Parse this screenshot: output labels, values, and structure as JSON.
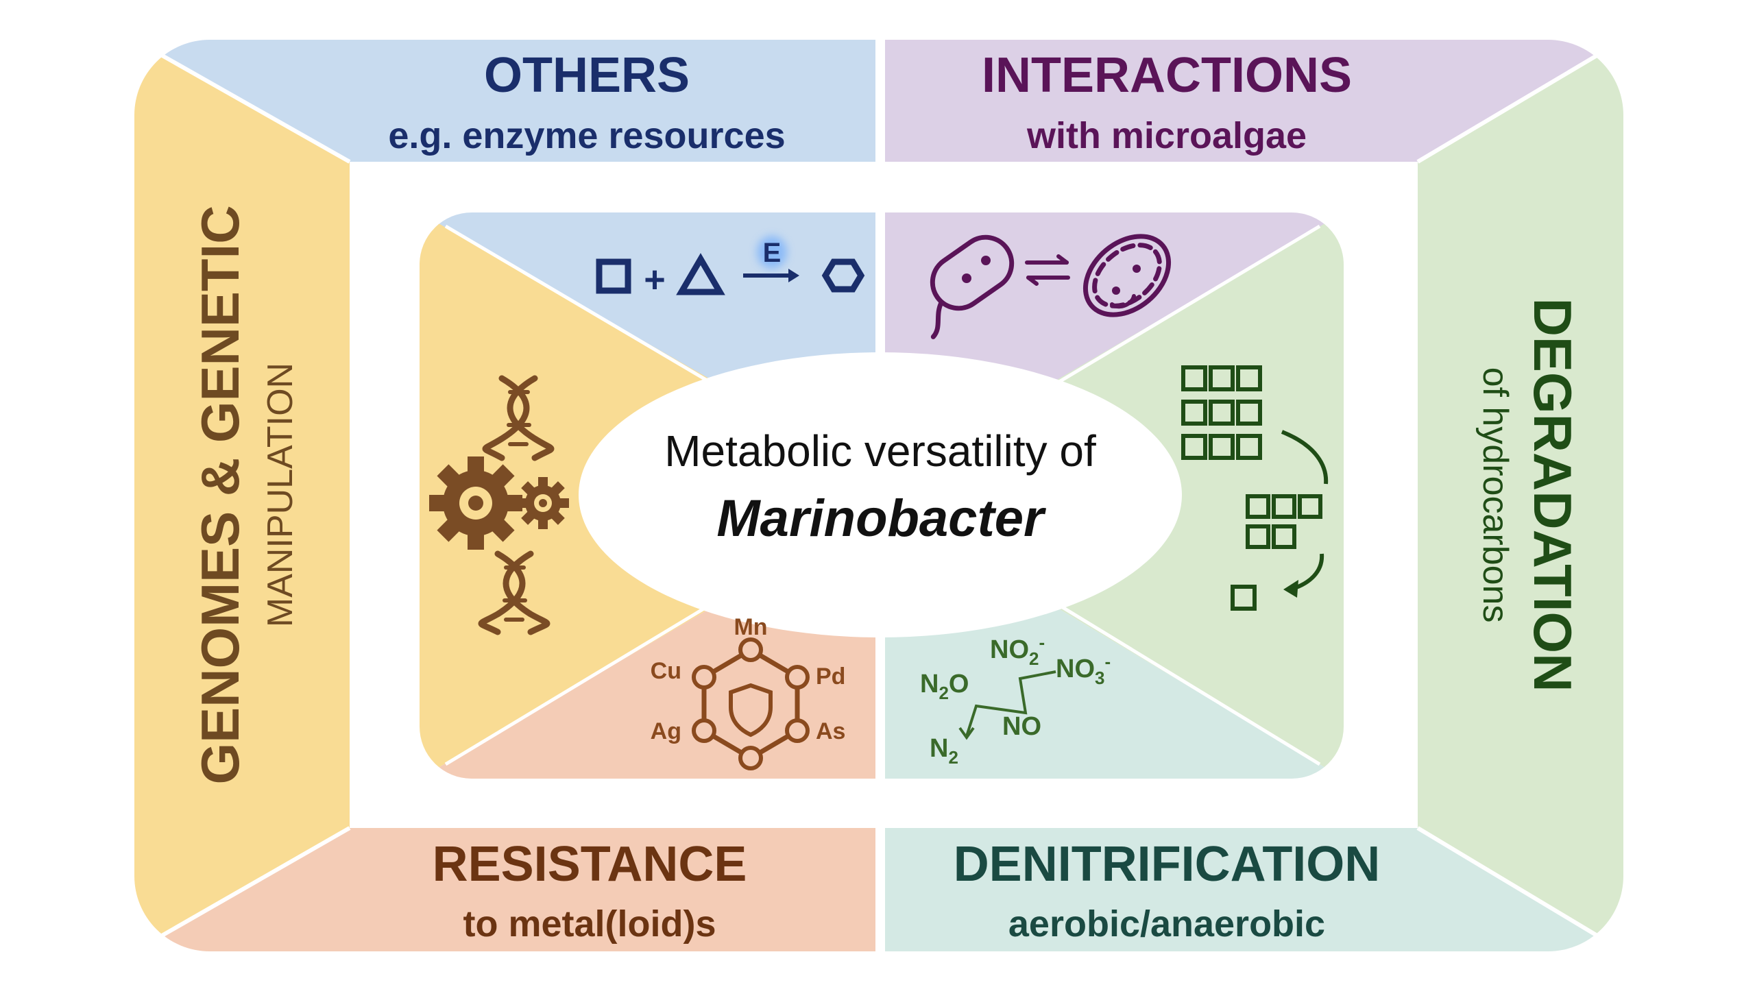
{
  "colors": {
    "others": "#c8dbef",
    "others_text": "#1a2e6b",
    "interactions": "#dcd0e6",
    "interactions_text": "#5a1458",
    "genomes": "#f9dc94",
    "genomes_text": "#6e4a22",
    "degradation": "#d9e9ce",
    "degradation_text": "#1f4d16",
    "resistance": "#f4ccb6",
    "resistance_text": "#6b3412",
    "denitrification": "#d4e9e4",
    "denitrification_text": "#1a4a42",
    "icon_others": "#1a2e6b",
    "icon_interactions": "#5a1458",
    "icon_genomes": "#7a4c25",
    "icon_degradation": "#1f4d16",
    "icon_resistance": "#8a4a1e",
    "icon_denitrification": "#3a6a2a"
  },
  "panels": {
    "others": {
      "title": "OTHERS",
      "subtitle": "e.g. enzyme resources"
    },
    "interactions": {
      "title": "INTERACTIONS",
      "subtitle": "with microalgae"
    },
    "genomes": {
      "title": "GENOMES & GENETIC",
      "subtitle": "MANIPULATION"
    },
    "degradation": {
      "title": "DEGRADATION",
      "subtitle": "of hydrocarbons"
    },
    "resistance": {
      "title": "RESISTANCE",
      "subtitle": "to metal(loid)s"
    },
    "denitrification": {
      "title": "DENITRIFICATION",
      "subtitle": "aerobic/anaerobic"
    }
  },
  "center": {
    "line1": "Metabolic versatility of",
    "line2": "Marinobacter"
  },
  "icons": {
    "enzyme_reaction": {
      "plus": "+",
      "enzyme": "E"
    },
    "metals": {
      "top": "Mn",
      "top_left": "Cu",
      "top_right": "Pd",
      "bottom_left": "Ag",
      "bottom_right": "As"
    },
    "nitrogen": {
      "no2": "NO",
      "no2_sub": "2",
      "no2_sup": "-",
      "no3": "NO",
      "no3_sub": "3",
      "no3_sup": "-",
      "n2o": "N",
      "n2o_sub": "2",
      "n2o_tail": "O",
      "no": "NO",
      "n2": "N",
      "n2_sub": "2"
    }
  }
}
